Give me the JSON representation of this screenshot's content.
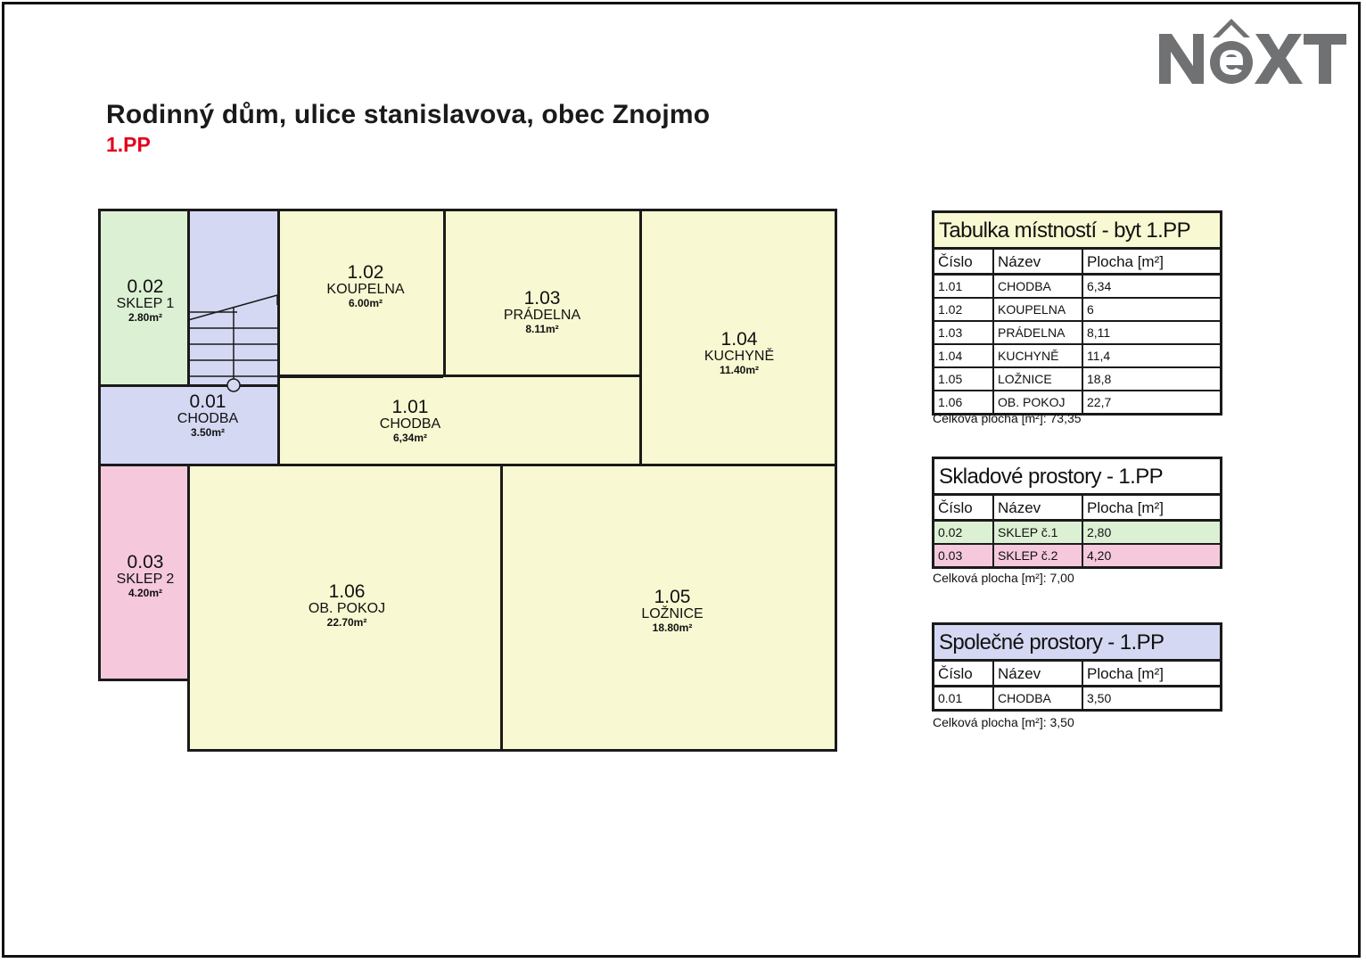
{
  "header": {
    "title": "Rodinný dům, ulice stanislavova, obec Znojmo",
    "floor": "1.PP"
  },
  "logo": {
    "text": "NEXT",
    "note_icon": "house-roof-icon"
  },
  "colors": {
    "apartment": "#f8f8d2",
    "storage_1": "#dcf0d4",
    "common": "#d4d8f2",
    "storage_2": "#f6c8dc",
    "accent_red": "#e3001b",
    "logo_gray": "#707173"
  },
  "rooms": {
    "r002": {
      "num": "0.02",
      "name": "SKLEP 1",
      "area": "2.80m²"
    },
    "r001": {
      "num": "0.01",
      "name": "CHODBA",
      "area": "3.50m²"
    },
    "r003": {
      "num": "0.03",
      "name": "SKLEP 2",
      "area": "4.20m²"
    },
    "r102": {
      "num": "1.02",
      "name": "KOUPELNA",
      "area": "6.00m²"
    },
    "r103": {
      "num": "1.03",
      "name": "PRÁDELNA",
      "area": "8.11m²"
    },
    "r104": {
      "num": "1.04",
      "name": "KUCHYNĚ",
      "area": "11.40m²"
    },
    "r101": {
      "num": "1.01",
      "name": "CHODBA",
      "area": "6,34m²"
    },
    "r106": {
      "num": "1.06",
      "name": "OB. POKOJ",
      "area": "22.70m²"
    },
    "r105": {
      "num": "1.05",
      "name": "LOŽNICE",
      "area": "18.80m²"
    }
  },
  "table_apartment": {
    "title": "Tabulka místností - byt 1.PP",
    "headers": [
      "Číslo",
      "Název",
      "Plocha [m²]"
    ],
    "rows": [
      [
        "1.01",
        "CHODBA",
        "6,34"
      ],
      [
        "1.02",
        "KOUPELNA",
        "6"
      ],
      [
        "1.03",
        "PRÁDELNA",
        "8,11"
      ],
      [
        "1.04",
        "KUCHYNĚ",
        "11,4"
      ],
      [
        "1.05",
        "LOŽNICE",
        "18,8"
      ],
      [
        "1.06",
        "OB. POKOJ",
        "22,7"
      ]
    ],
    "total": "Celková plocha [m²]: 73,35"
  },
  "table_storage": {
    "title": "Skladové prostory - 1.PP",
    "headers": [
      "Číslo",
      "Název",
      "Plocha [m²]"
    ],
    "rows": [
      [
        "0.02",
        "SKLEP č.1",
        "2,80"
      ],
      [
        "0.03",
        "SKLEP č.2",
        "4,20"
      ]
    ],
    "total": "Celková plocha [m²]: 7,00"
  },
  "table_common": {
    "title": "Společné prostory - 1.PP",
    "headers": [
      "Číslo",
      "Název",
      "Plocha [m²]"
    ],
    "rows": [
      [
        "0.01",
        "CHODBA",
        "3,50"
      ]
    ],
    "total": "Celková plocha [m²]: 3,50"
  }
}
